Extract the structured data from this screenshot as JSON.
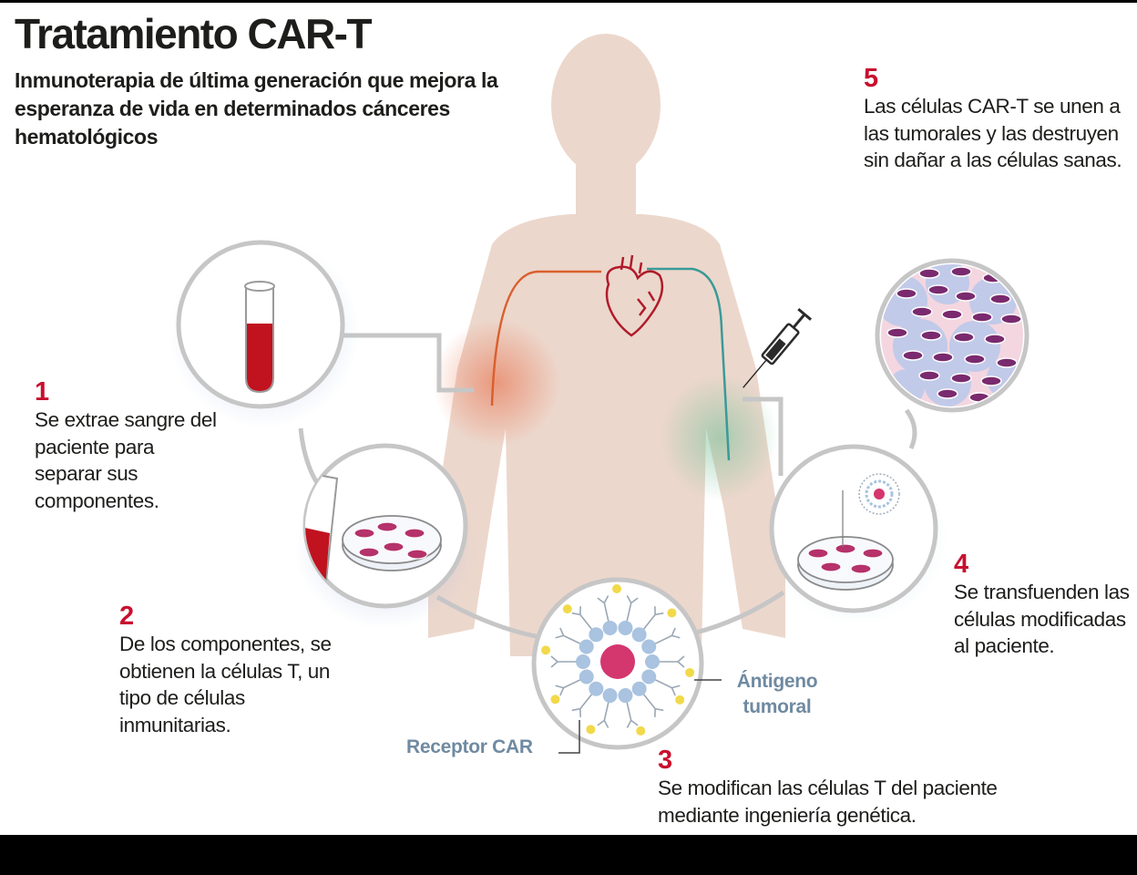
{
  "header": {
    "title": "Tratamiento CAR-T",
    "subtitle": "Inmunoterapia de última generación que mejora la esperanza de vida en determinados cánceres hematológicos"
  },
  "steps": [
    {
      "number": "1",
      "text": "Se extrae sangre del paciente para separar sus componentes."
    },
    {
      "number": "2",
      "text": "De los componentes, se obtienen la células T, un tipo de células inmunitarias."
    },
    {
      "number": "3",
      "text": "Se modifican las células T del paciente mediante ingeniería genética."
    },
    {
      "number": "4",
      "text": "Se transfuenden las células modificadas al paciente."
    },
    {
      "number": "5",
      "text": "Las células CAR-T se unen a las tumorales y las destruyen sin dañar a las células sanas."
    }
  ],
  "labels": {
    "antigen": "Ántigeno tumoral",
    "car_receptor": "Receptor CAR"
  },
  "colors": {
    "accent_red": "#c8102e",
    "label_blue": "#6f8aa1",
    "body_skin": "#ecd7cc",
    "blood": "#c1121f",
    "cell_pink": "#b5326a",
    "cell_blue": "#a9c3e0"
  }
}
